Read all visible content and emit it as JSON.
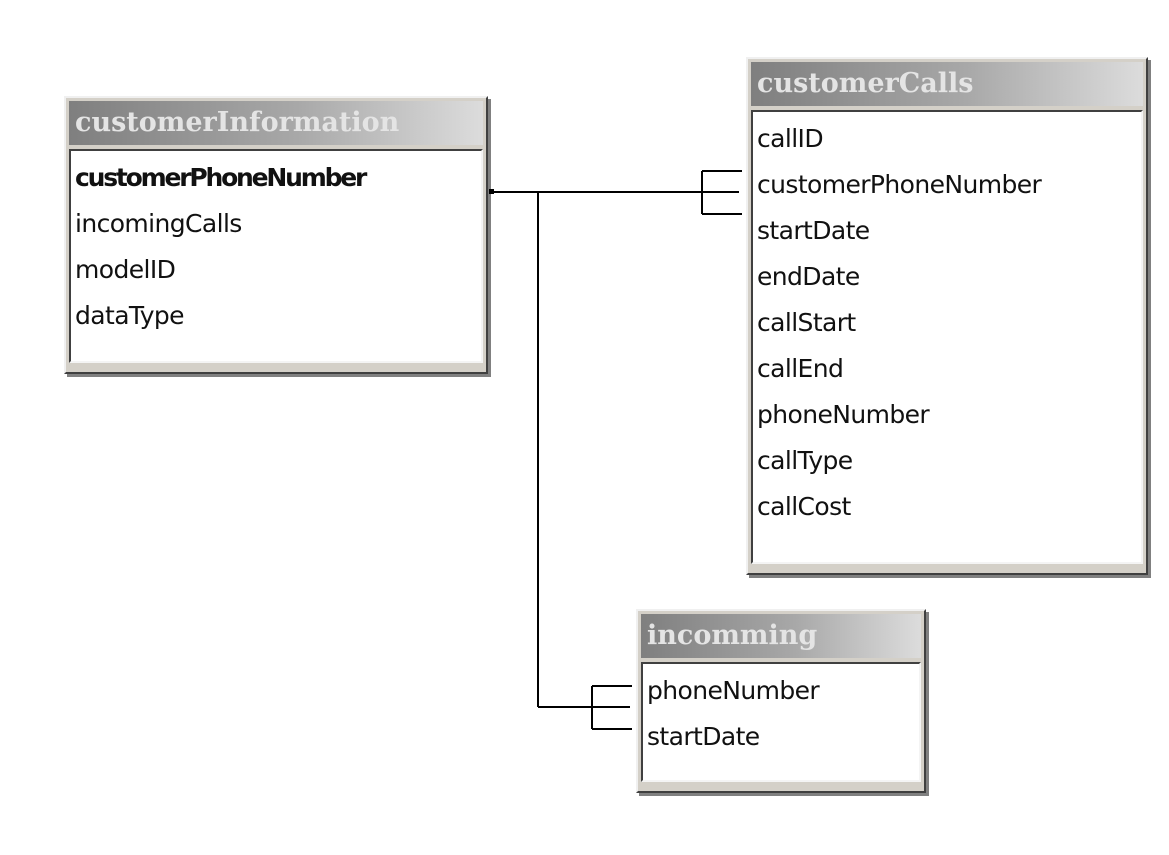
{
  "tables": {
    "customerInformation": {
      "title": "customerInformation",
      "fields": [
        "customerPhoneNumber",
        "incomingCalls",
        "modelID",
        "dataType"
      ]
    },
    "customerCalls": {
      "title": "customerCalls",
      "fields": [
        "callID",
        "customerPhoneNumber",
        "startDate",
        "endDate",
        "callStart",
        "callEnd",
        "phoneNumber",
        "callType",
        "callCost"
      ]
    },
    "incomming": {
      "title": "incomming",
      "fields": [
        "phoneNumber",
        "startDate"
      ]
    }
  },
  "relationships": [
    {
      "from": "customerInformation.customerPhoneNumber",
      "to": "customerCalls.customerPhoneNumber",
      "cardinality": "one-to-many"
    },
    {
      "from": "customerInformation.customerPhoneNumber",
      "to": "incomming.phoneNumber",
      "cardinality": "one-to-many"
    }
  ],
  "colors": {
    "title_bar": "#a0a0a0",
    "title_text": "#e4e4e4",
    "line": "#000000"
  }
}
